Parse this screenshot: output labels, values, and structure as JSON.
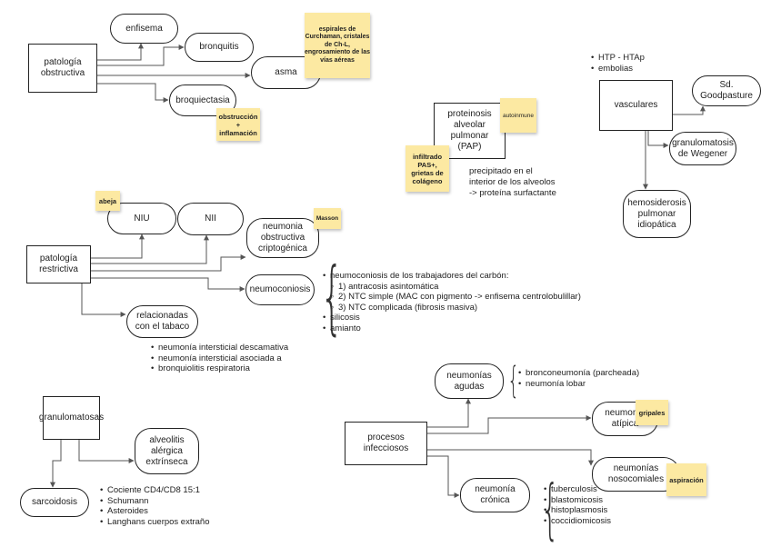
{
  "obstructive": {
    "root": "patología\nobstructiva",
    "enfisema": "enfisema",
    "bronquitis": "bronquitis",
    "asma": "asma",
    "asma_note": "espirales de Curchaman, cristales de Ch-L, engrosamiento de las vías aéreas",
    "broquiectasia": "broquiectasia",
    "broquiectasia_note": "obstrucción\n+\ninflamación"
  },
  "pap": {
    "node": "proteinosis\nalveolar\npulmonar\n(PAP)",
    "note_autoinmune": "autoinmune",
    "note_infiltrado": "infiltrado PAS+,\ngrietas de\ncolágeno",
    "description": "precipitado en el\ninterior de los alveolos\n-> proteína surfactante"
  },
  "vascular": {
    "bullets": [
      "HTP - HTAp",
      "embolias"
    ],
    "root": "vasculares",
    "goodpasture": "Sd.\nGoodpasture",
    "wegener": "granulomatosis\nde Wegener",
    "hemosiderosis": "hemosiderosis\npulmonar\nidiopática"
  },
  "restrictive": {
    "root": "patología\nrestrictiva",
    "niu": "NIU",
    "niu_note": "abeja",
    "nii": "NII",
    "neumonia_obstructiva": "neumonia\nobstructiva\ncriptogénica",
    "masson_note": "Masson",
    "neumoconiosis": "neumoconiosis",
    "tabaco": "relacionadas\ncon el tabaco",
    "neumoconiosis_list": [
      {
        "text": "neumoconiosis de los trabajadores del carbón:",
        "level": 0
      },
      {
        "text": "1) antracosis asintomática",
        "level": 1
      },
      {
        "text": "2) NTC simple (MAC con pigmento ->  enfisema centrolobulillar)",
        "level": 1
      },
      {
        "text": "3) NTC complicada (fibrosis masiva)",
        "level": 1
      },
      {
        "text": "silicosis",
        "level": 0
      },
      {
        "text": "amianto",
        "level": 0
      }
    ],
    "tabaco_list": [
      "neumonía intersticial descamativa",
      "neumonía intersticial asociada a",
      "bronquiolitis respiratoria"
    ]
  },
  "granulomatous": {
    "root": "granulomatosas",
    "alveolitis": "alveolitis\nalérgica\nextrínseca",
    "sarcoidosis": "sarcoidosis",
    "sarcoidosis_list": [
      "Cociente CD4/CD8 15:1",
      "Schumann",
      "Asteroides",
      "Langhans cuerpos extraño"
    ]
  },
  "infectious": {
    "root": "procesos\ninfecciosos",
    "agudas": "neumonías\nagudas",
    "agudas_list": [
      "bronconeumonía (parcheada)",
      "neumonía lobar"
    ],
    "atipica": "neumonía\natípica",
    "gripales_note": "gripales",
    "nosocomiales": "neumonías\nnosocomiales",
    "aspiracion_note": "aspiración",
    "cronica": "neumonía\ncrónica",
    "cronica_list": [
      "tuberculosis",
      "blastomicosis",
      "histoplasmosis",
      "coccidiomicosis"
    ]
  },
  "colors": {
    "sticky": "#fce9a2",
    "line": "#555555",
    "border": "#222222"
  }
}
